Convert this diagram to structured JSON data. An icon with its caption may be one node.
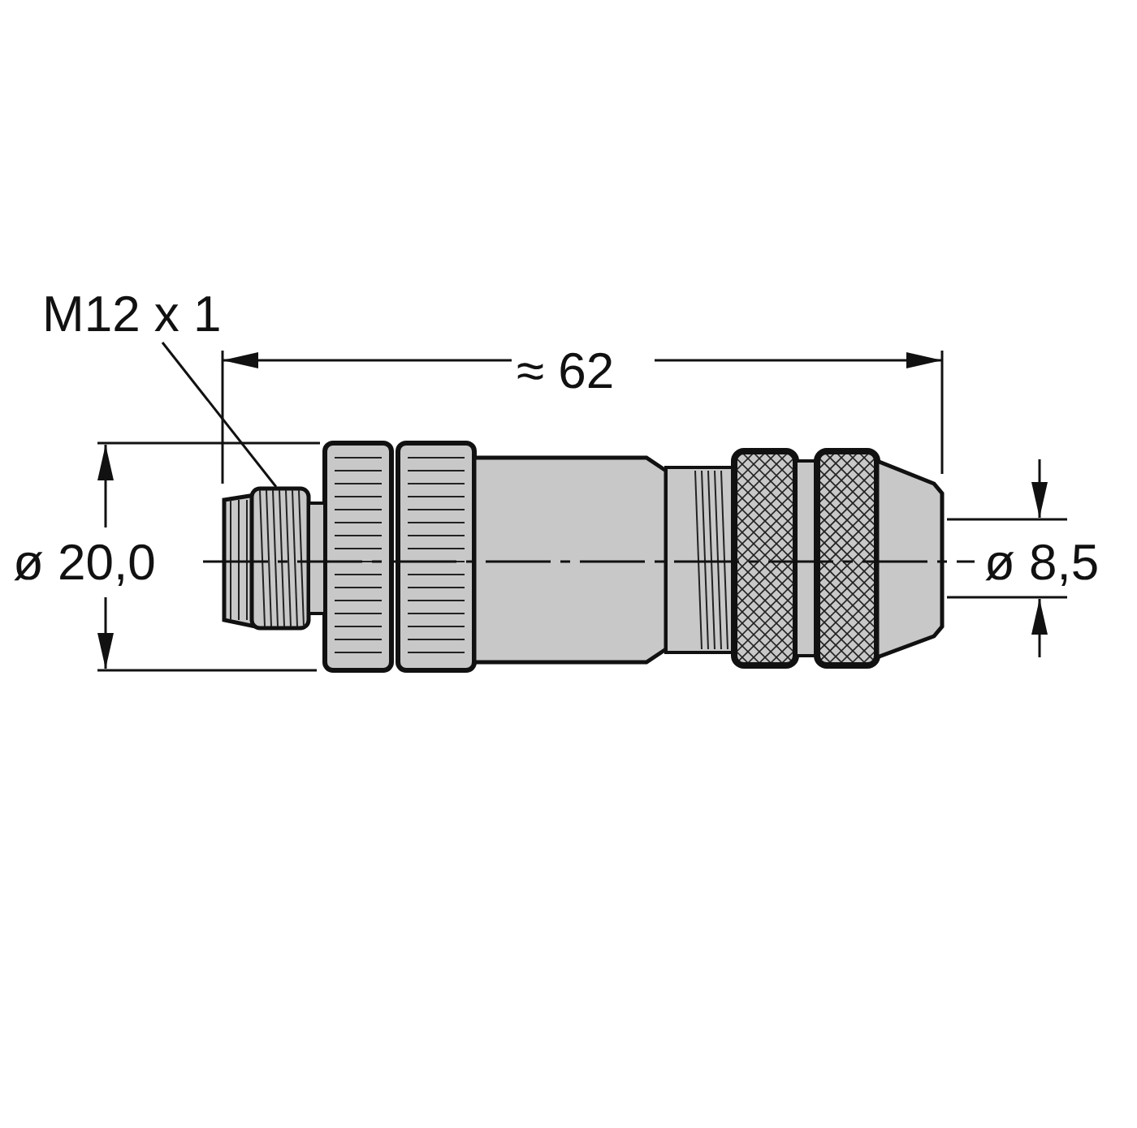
{
  "diagram": {
    "nodes": [
      {
        "text": [
          "M12 x 1"
        ]
      },
      {
        "text": [],
        "shape": "picture"
      }
    ],
    "edges": [
      {
        "from": 0,
        "to": 1,
        "arrow": "none"
      }
    ],
    "labels": [
      "≈ 62",
      "ø 20,0",
      "ø 8,5"
    ]
  }
}
